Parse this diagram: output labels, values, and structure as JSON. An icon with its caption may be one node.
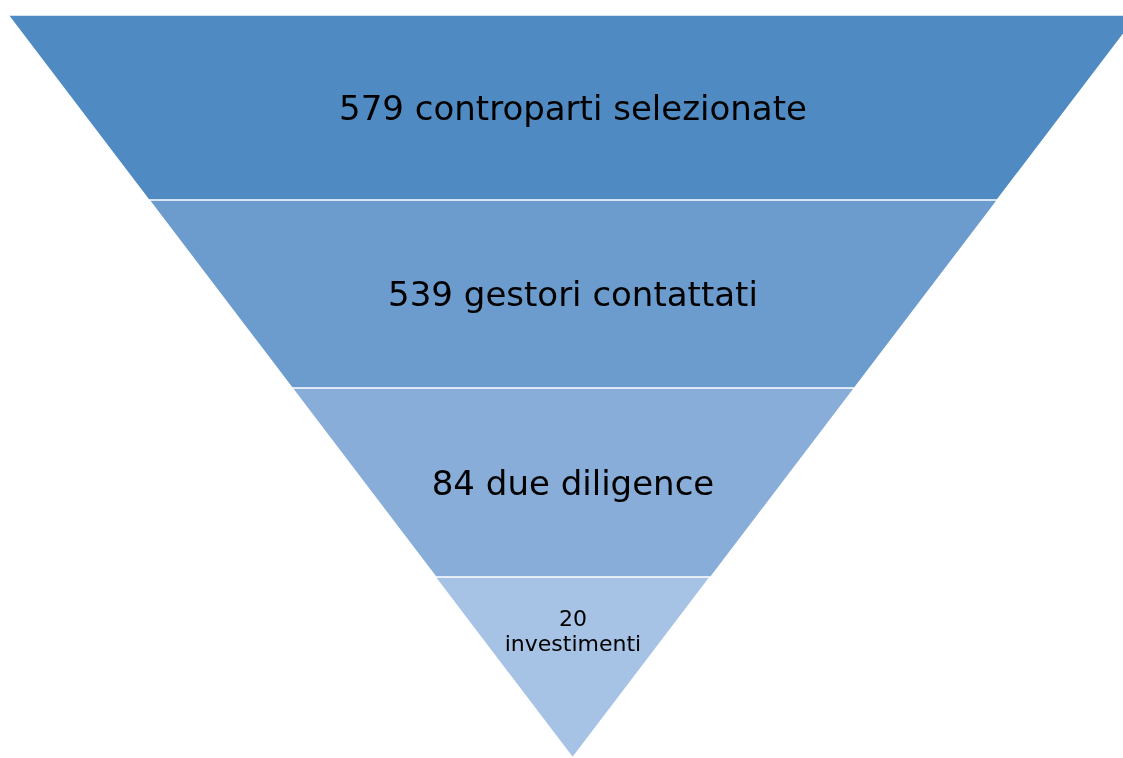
{
  "diagram": {
    "nodes": [
      {
        "text": [
          "579 controparti selezionate"
        ]
      },
      {
        "text": [
          "539 gestori contattati"
        ]
      },
      {
        "text": [
          "84 due diligence"
        ]
      },
      {
        "text": [
          "20 investimenti"
        ]
      }
    ]
  }
}
